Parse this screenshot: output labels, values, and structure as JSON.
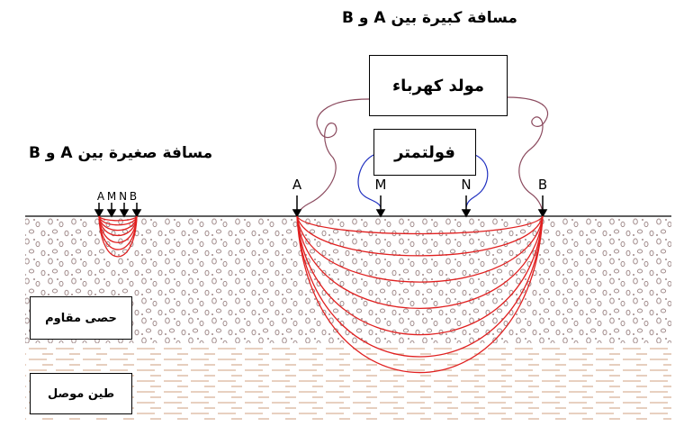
{
  "title_large_distance": "مسافة كبيرة بين A و B",
  "title_small_distance": "مسافة صغيرة بين A و B",
  "generator_label": "مولد كهرباء",
  "voltmeter_label": "فولتمتر",
  "layer_gravel_label": "حصى مقاوم",
  "layer_clay_label": "طين موصل",
  "electrodes_large": [
    "A",
    "M",
    "N",
    "B"
  ],
  "electrodes_small": "A M N B",
  "colors": {
    "current": "#e02020",
    "power_wire": "#8b4a5e",
    "voltmeter_wire": "#2030c0"
  }
}
